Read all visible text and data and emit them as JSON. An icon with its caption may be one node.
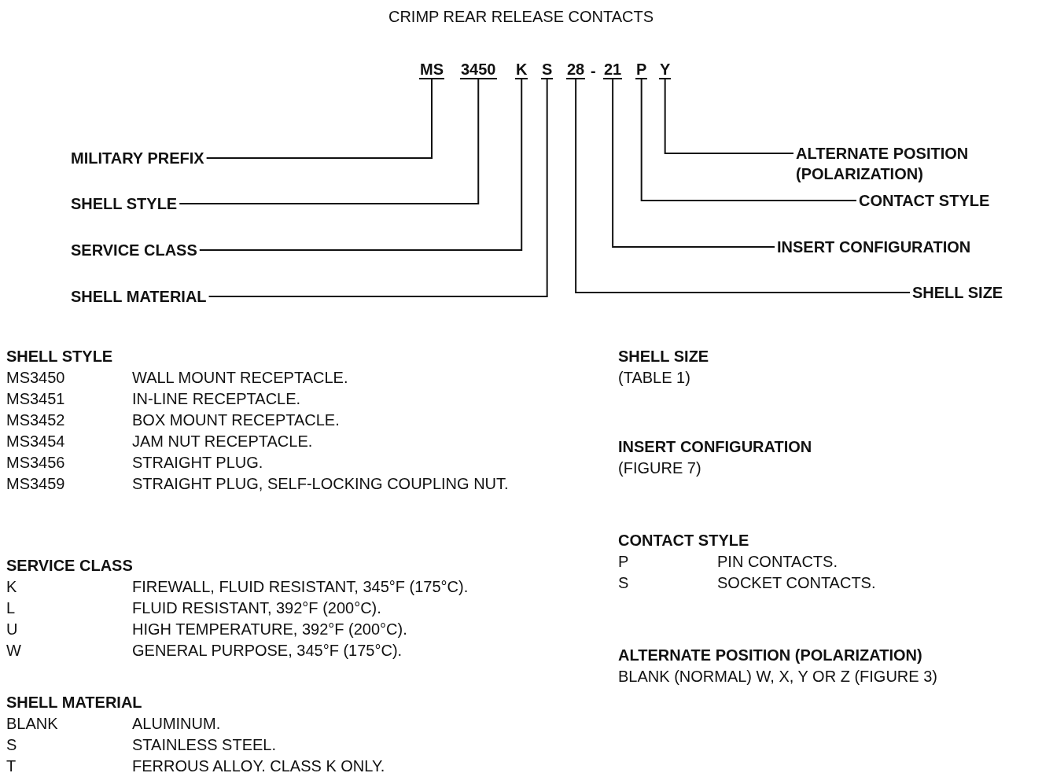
{
  "diagram": {
    "title": "CRIMP REAR RELEASE CONTACTS",
    "nodes": [
      {
        "text": [
          "MS"
        ]
      },
      {
        "text": [
          "3450"
        ]
      },
      {
        "text": [
          "K"
        ]
      },
      {
        "text": [
          "S"
        ]
      },
      {
        "text": [
          "28"
        ]
      },
      {
        "text": [
          "21"
        ]
      },
      {
        "text": [
          "P"
        ]
      },
      {
        "text": [
          "Y"
        ]
      },
      {
        "text": [
          "MILITARY PREFIX"
        ]
      },
      {
        "text": [
          "SHELL STYLE"
        ]
      },
      {
        "text": [
          "SERVICE CLASS"
        ]
      },
      {
        "text": [
          "SHELL MATERIAL"
        ]
      },
      {
        "text": [
          "ALTERNATE POSITION (POLARIZATION)"
        ]
      },
      {
        "text": [
          "CONTACT STYLE"
        ]
      },
      {
        "text": [
          "INSERT CONFIGURATION"
        ]
      },
      {
        "text": [
          "SHELL SIZE"
        ]
      }
    ],
    "edges": [
      {
        "from": 8,
        "to": 0,
        "arrow": "none"
      },
      {
        "from": 9,
        "to": 1,
        "arrow": "none"
      },
      {
        "from": 10,
        "to": 2,
        "arrow": "none"
      },
      {
        "from": 11,
        "to": 3,
        "arrow": "none"
      },
      {
        "from": 12,
        "to": 7,
        "arrow": "none"
      },
      {
        "from": 13,
        "to": 6,
        "arrow": "none"
      },
      {
        "from": 14,
        "to": 5,
        "arrow": "none"
      },
      {
        "from": 15,
        "to": 4,
        "arrow": "none"
      }
    ],
    "labels": [
      "-",
      "SHELL STYLE",
      "MS3450",
      "WALL MOUNT RECEPTACLE.",
      "MS3451",
      "IN-LINE RECEPTACLE.",
      "MS3452",
      "BOX MOUNT RECEPTACLE.",
      "MS3454",
      "JAM NUT RECEPTACLE.",
      "MS3456",
      "STRAIGHT PLUG.",
      "MS3459",
      "STRAIGHT PLUG, SELF-LOCKING COUPLING NUT.",
      "SERVICE CLASS",
      "K",
      "FIREWALL, FLUID RESISTANT, 345°F (175°C).",
      "L",
      "FLUID RESISTANT, 392°F (200°C).",
      "U",
      "HIGH TEMPERATURE, 392°F (200°C).",
      "W",
      "GENERAL PURPOSE, 345°F (175°C).",
      "SHELL MATERIAL",
      "BLANK",
      "ALUMINUM.",
      "S",
      "STAINLESS STEEL.",
      "T",
      "FERROUS ALLOY. CLASS K ONLY.",
      "SHELL SIZE",
      "(TABLE 1)",
      "INSERT CONFIGURATION",
      "(FIGURE 7)",
      "CONTACT STYLE",
      "P",
      "PIN CONTACTS.",
      "S",
      "SOCKET CONTACTS.",
      "ALTERNATE POSITION (POLARIZATION)",
      "BLANK (NORMAL) W, X, Y OR Z (FIGURE 3)"
    ]
  }
}
